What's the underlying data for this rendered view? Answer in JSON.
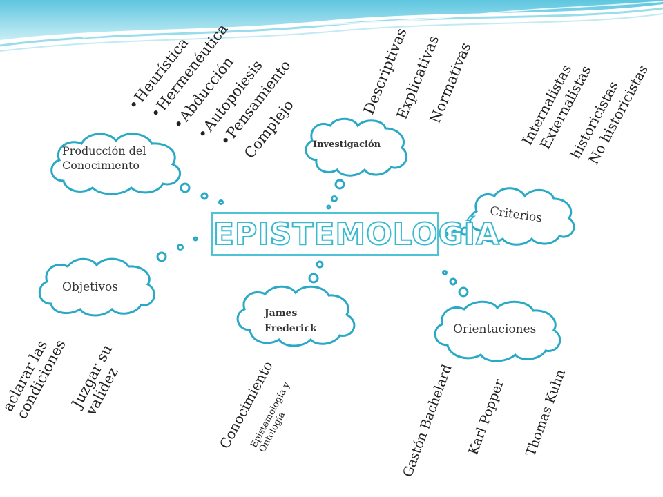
{
  "title": "EPISTEMOLOGÍA",
  "colors": {
    "accent": "#4fc3d6",
    "cloud_stroke": "#29a9c6",
    "banner": "#7fd3e6",
    "text": "#222222"
  },
  "nodes": {
    "produccion": "Producción del\nConocimiento",
    "investigacion": "Investigación",
    "criterios": "Criterios",
    "objetivos": "Objetivos",
    "james": "James\nFrederick",
    "orientaciones": "Orientaciones"
  },
  "produccion_items": [
    "Heurística",
    "Hermenéutica",
    "Abducción",
    "Autopoiesis",
    "Pensamiento",
    "Complejo"
  ],
  "investigacion_items": [
    "Descriptivas",
    "Explicativas",
    "Normativas"
  ],
  "criterios_items": [
    "Internalistas",
    "Externalistas",
    "historicistas",
    "No historicistas"
  ],
  "objetivos_items": [
    "aclarar las\ncondiciones",
    "Juzgar su\nvalidez"
  ],
  "james_items": [
    "Conocimiento",
    "Epistemología y\nOntología"
  ],
  "orientaciones_items": [
    "Gastón Bachelard",
    "Karl Popper",
    "Thomas Kuhn"
  ]
}
